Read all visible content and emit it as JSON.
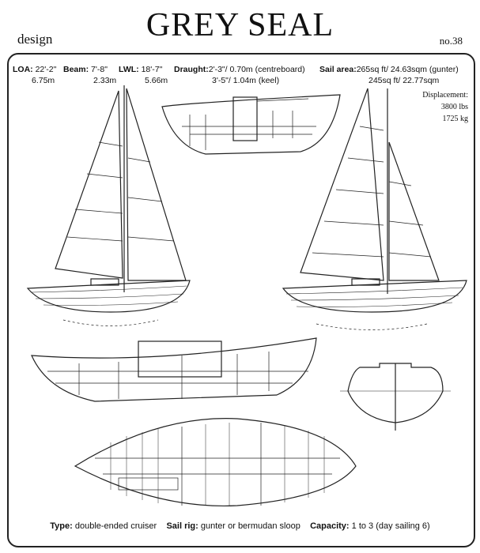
{
  "header": {
    "title": "GREY SEAL",
    "design": "design",
    "number": "no.38"
  },
  "specs": {
    "loa_label": "LOA:",
    "loa_imperial": "22'-2\"",
    "loa_metric": "6.75m",
    "beam_label": "Beam:",
    "beam_imperial": "7'-8\"",
    "beam_metric": "2.33m",
    "lwl_label": "LWL:",
    "lwl_imperial": "18'-7\"",
    "lwl_metric": "5.66m",
    "draught_label": "Draught:",
    "draught_centreboard": "2'-3\"/ 0.70m (centreboard)",
    "draught_keel": "3'-5\"/ 1.04m (keel)",
    "sail_area_label": "Sail area:",
    "sail_area_gunter": "265sq ft/ 24.63sqm (gunter)",
    "sail_area_bermudan": "245sq ft/ 22.77sqm",
    "displacement_label": "Displacement:",
    "displacement_lbs": "3800 lbs",
    "displacement_kg": "1725 kg"
  },
  "footer": {
    "type_label": "Type:",
    "type_value": "double-ended cruiser",
    "rig_label": "Sail rig:",
    "rig_value": "gunter or bermudan sloop",
    "capacity_label": "Capacity:",
    "capacity_value": "1 to 3 (day sailing 6)"
  }
}
